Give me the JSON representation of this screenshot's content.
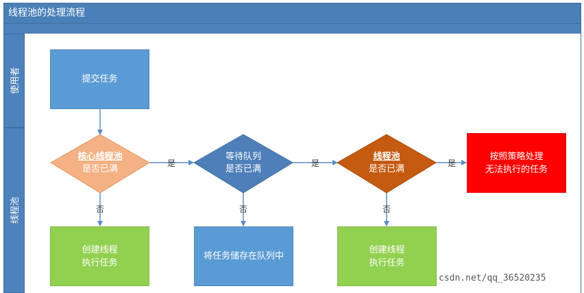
{
  "title": "线程池的处理流程",
  "lanes": {
    "user": "使用者",
    "pool": "线程池"
  },
  "nodes": {
    "submit": "提交任务",
    "core": {
      "line1": "核心线程池",
      "line2": "是否已满"
    },
    "queue": {
      "line1": "等待队列",
      "line2": "是否已满"
    },
    "pool": {
      "line1": "线程池",
      "line2": "是否已满"
    },
    "reject": {
      "line1": "按照策略处理",
      "line2": "无法执行的任务"
    },
    "create1": {
      "line1": "创建线程",
      "line2": "执行任务"
    },
    "store": "将任务储存在队列中",
    "create2": {
      "line1": "创建线程",
      "line2": "执行任务"
    }
  },
  "edges": {
    "yes": "是",
    "no": "否"
  },
  "colors": {
    "lane_header": "#4d82bb",
    "box_blue": "#5b9bd5",
    "core_diamond": "#f4b183",
    "queue_diamond": "#4e7fb9",
    "pool_diamond": "#c55a11",
    "box_green": "#92d050",
    "box_red": "#ff0000",
    "arrow": "#5b8cc4"
  },
  "watermark": "csdn.net/qq_36520235"
}
